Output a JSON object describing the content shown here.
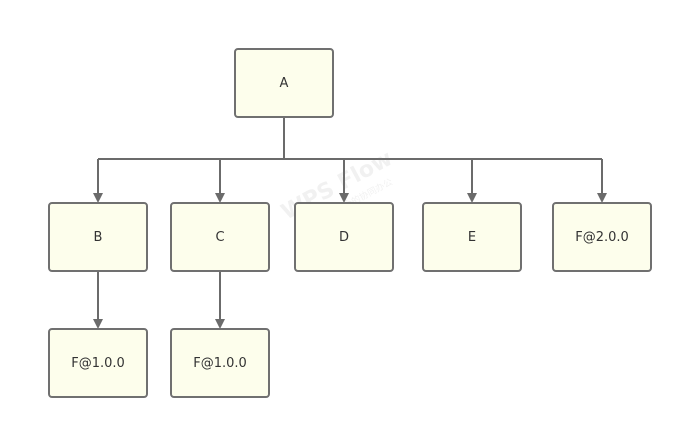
{
  "nodes": {
    "a": "A",
    "b": "B",
    "c": "C",
    "d": "D",
    "e": "E",
    "f2": "F@2.0.0",
    "bf1": "F@1.0.0",
    "cf1": "F@1.0.0"
  },
  "watermark": {
    "main": "WPS Flow",
    "sub": "WPS灵活安全的协同办公"
  },
  "colors": {
    "node_fill": "#fdfeec",
    "node_border": "#707070",
    "edge": "#6b6b6b",
    "text": "#333333"
  }
}
